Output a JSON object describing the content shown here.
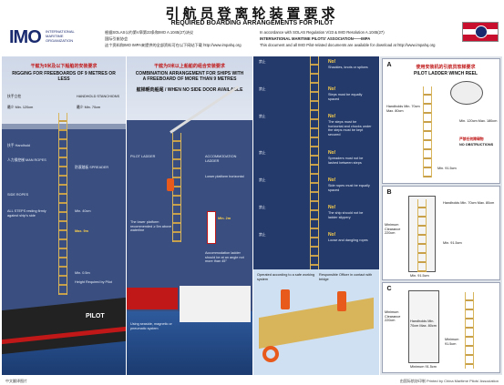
{
  "header": {
    "logo": "IMO",
    "logo_sub": "INTERNATIONAL MARITIME ORGANIZATION",
    "title_cn": "引航员登离轮装置要求",
    "title_en": "REQUIRED BOARDING ARRANGEMENTS FOR PILOT",
    "line_cn_1": "根据SOLAS公约第V章第23条和IMO A.1045(27)决议",
    "line_cn_2": "国际引航协会",
    "line_cn_3": "这个资料和IMO IMPA来提供的全部资料可在以下网站下载 http://www.impahq.org",
    "line_en_1": "In accordance with SOLAS Regulation V/23 & IMO Resolution A.1045(27)",
    "line_en_2": "INTERNATIONAL MARITIME PILOTS' ASSOCIATION——IMPA",
    "line_en_3": "This document and all IMO Pilot-related documents are available for download at http://www.impahq.org"
  },
  "panel1": {
    "title_cn": "干舷为9米及以下船舶的安装要求",
    "title_en": "RIGGING FOR FREEBOARDS OF 9 METRES OR LESS",
    "labels": [
      "扶手立柱",
      "HANDHOLD STANCHIONS",
      "最少 Min. 120cm",
      "最少 Min. 70cm",
      "扶手 Handhold",
      "人力操控梯 MAN ROPES",
      "防滚踏板 SPREADER",
      "SIDE ROPES",
      "ALL STEPS resting firmly against ship's side",
      "Min. 40cm",
      "Max. 9m",
      "Min. 0.5m",
      "Height Required by Pilot"
    ],
    "boat": "PILOT"
  },
  "panel2": {
    "title_cn": "干舷为9米以上船舶的组合安装要求",
    "title_en": "COMBINATION ARRANGEMENT FOR SHIPS WITH A FREEBOARD OF MORE THAN 9 METRES",
    "sub": "舷梯朝向船尾 / WHEN NO SIDE DOOR AVAILABLE",
    "labels": [
      "PILOT LADDER",
      "ACCOMMODATION LADDER",
      "Lower platform horizontal",
      "Min. 2m",
      "The lower platform recommended ≥ 5m above waterline",
      "Accommodation ladder should be at an angle not more than 45°",
      "Using seaside, magnetic or pneumatic system"
    ]
  },
  "panel3": {
    "items": [
      {
        "cn": "禁止",
        "en": "No!",
        "desc": "Shackles, knots or splices"
      },
      {
        "cn": "禁止",
        "en": "No!",
        "desc": "Steps must be equally spaced"
      },
      {
        "cn": "禁止",
        "en": "No!",
        "desc": "The steps must be horizontal and chocks under the steps must be kept secured"
      },
      {
        "cn": "禁止",
        "en": "No!",
        "desc": "Spreaders must not be lashed between steps"
      },
      {
        "cn": "禁止",
        "en": "No!",
        "desc": "Side ropes must be equally spaced"
      },
      {
        "cn": "禁止",
        "en": "No!",
        "desc": "The ship should not be ladder slippery"
      },
      {
        "cn": "禁止",
        "en": "No!",
        "desc": "Loose and dangling ropes"
      }
    ],
    "bottom_left": "Operated according to a safe working system",
    "bottom_right": "Responsible Officer in contact with bridge"
  },
  "panel4": {
    "section_a": {
      "badge": "A",
      "title_cn": "使用安装机的引航员软梯要求",
      "title_en": "PILOT LADDER WINCH REEL",
      "labels": [
        "Handholds Min. 70cm Max. 80cm",
        "Min. 91.5cm",
        "Min. 120cm Max. 180cm",
        "严禁任何障碍物",
        "NO OBSTRUCTIONS"
      ]
    },
    "section_b": {
      "badge": "B",
      "labels": [
        "Minimum Clearance 220cm",
        "Min. 91.5cm",
        "Handholds Min. 70cm Max. 80cm",
        "Min. 91.5cm"
      ]
    },
    "section_c": {
      "badge": "C",
      "labels": [
        "Minimum Clearance 220cm",
        "Handholds Min. 70cm Max. 80cm",
        "Minimum 91.5cm",
        "Minimum 91.5cm"
      ]
    }
  },
  "footer": {
    "left": "中文翻译图片",
    "right": "由国际航协印制 Printed by China Maritime Pilots' Association"
  },
  "colors": {
    "navy": "#243a6b",
    "gold": "#d8b45a",
    "red": "#c01818",
    "yellow": "#ffd24a"
  }
}
